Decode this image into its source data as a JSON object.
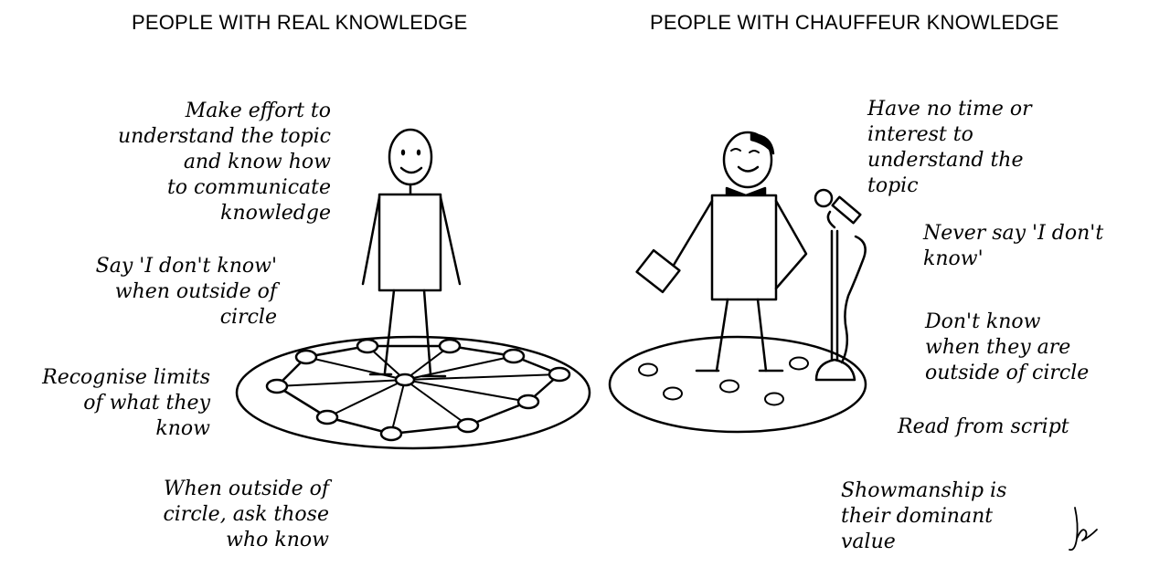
{
  "headings": {
    "left": "PEOPLE WITH REAL KNOWLEDGE",
    "right": "PEOPLE WITH CHAUFFEUR KNOWLEDGE"
  },
  "left_notes": [
    {
      "lines": [
        "Make effort to",
        "understand the topic",
        "and know how",
        "to communicate",
        "knowledge"
      ]
    },
    {
      "lines": [
        "Say 'I don't know'",
        "when outside of",
        "circle"
      ]
    },
    {
      "lines": [
        "Recognise limits",
        "of what they",
        "know"
      ]
    },
    {
      "lines": [
        "When outside of",
        "circle, ask those",
        "who know"
      ]
    }
  ],
  "right_notes": [
    {
      "lines": [
        "Have no time or",
        "interest to",
        "understand the",
        "topic"
      ]
    },
    {
      "lines": [
        "Never say 'I don't",
        "know'"
      ]
    },
    {
      "lines": [
        "Don't know",
        "when they are",
        "outside of  circle"
      ]
    },
    {
      "lines": [
        "Read from script"
      ]
    },
    {
      "lines": [
        "Showmanship is",
        "their dominant",
        "value"
      ]
    }
  ],
  "colors": {
    "ink": "#000000",
    "paper": "#ffffff"
  }
}
